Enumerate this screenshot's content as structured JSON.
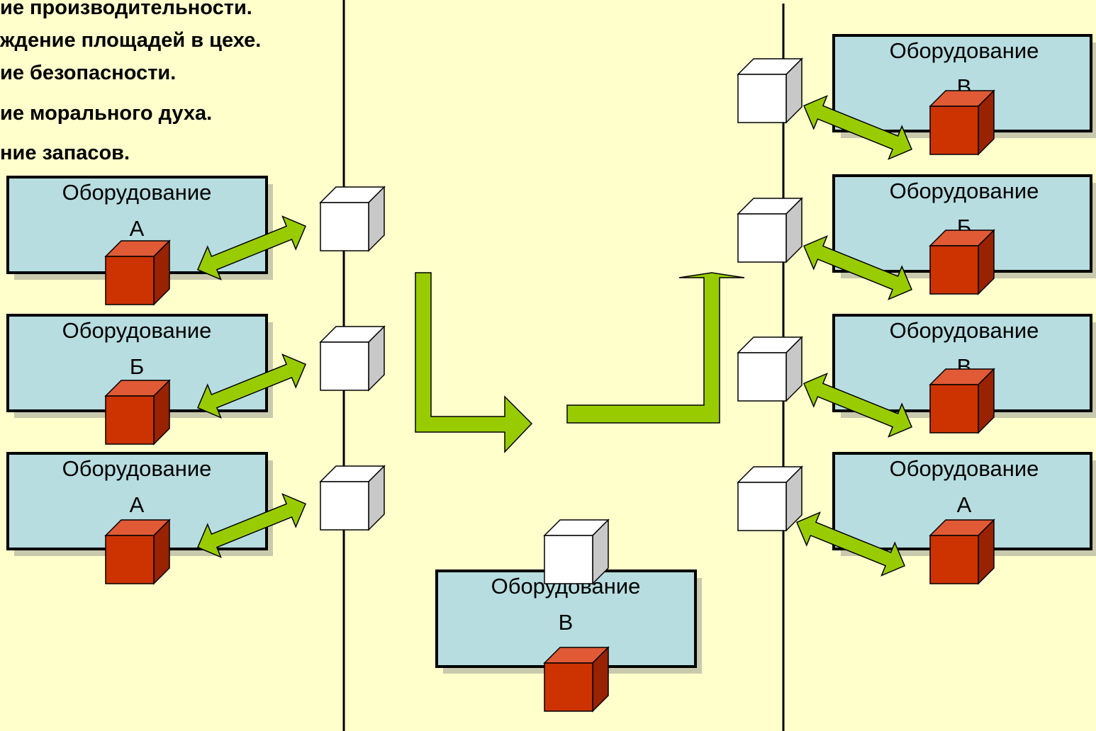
{
  "benefits": [
    "ие производительности.",
    "ждение площадей в цехе.",
    "ие безопасности.",
    "ие морального духа.",
    "ние запасов."
  ],
  "equipment": [
    {
      "id": "left-1",
      "line1": "Оборудование",
      "line2": "А"
    },
    {
      "id": "left-2",
      "line1": "Оборудование",
      "line2": "Б"
    },
    {
      "id": "left-3",
      "line1": "Оборудование",
      "line2": "А"
    },
    {
      "id": "center",
      "line1": "Оборудование",
      "line2": "В"
    },
    {
      "id": "right-1",
      "line1": "Оборудование",
      "line2": "В"
    },
    {
      "id": "right-2",
      "line1": "Оборудование",
      "line2": "Б"
    },
    {
      "id": "right-3",
      "line1": "Оборудование",
      "line2": "В"
    },
    {
      "id": "right-4",
      "line1": "Оборудование",
      "line2": "А"
    }
  ],
  "colors": {
    "background": "#FFFFCC",
    "equipment_fill": "#B7DDE0",
    "arrow_fill": "#99CC00",
    "red_cube_front": "#CC3300",
    "red_cube_top": "#E05A35",
    "red_cube_side": "#992200",
    "white_cube_front": "#FFFFFF",
    "white_cube_side": "#C8C8C8"
  }
}
